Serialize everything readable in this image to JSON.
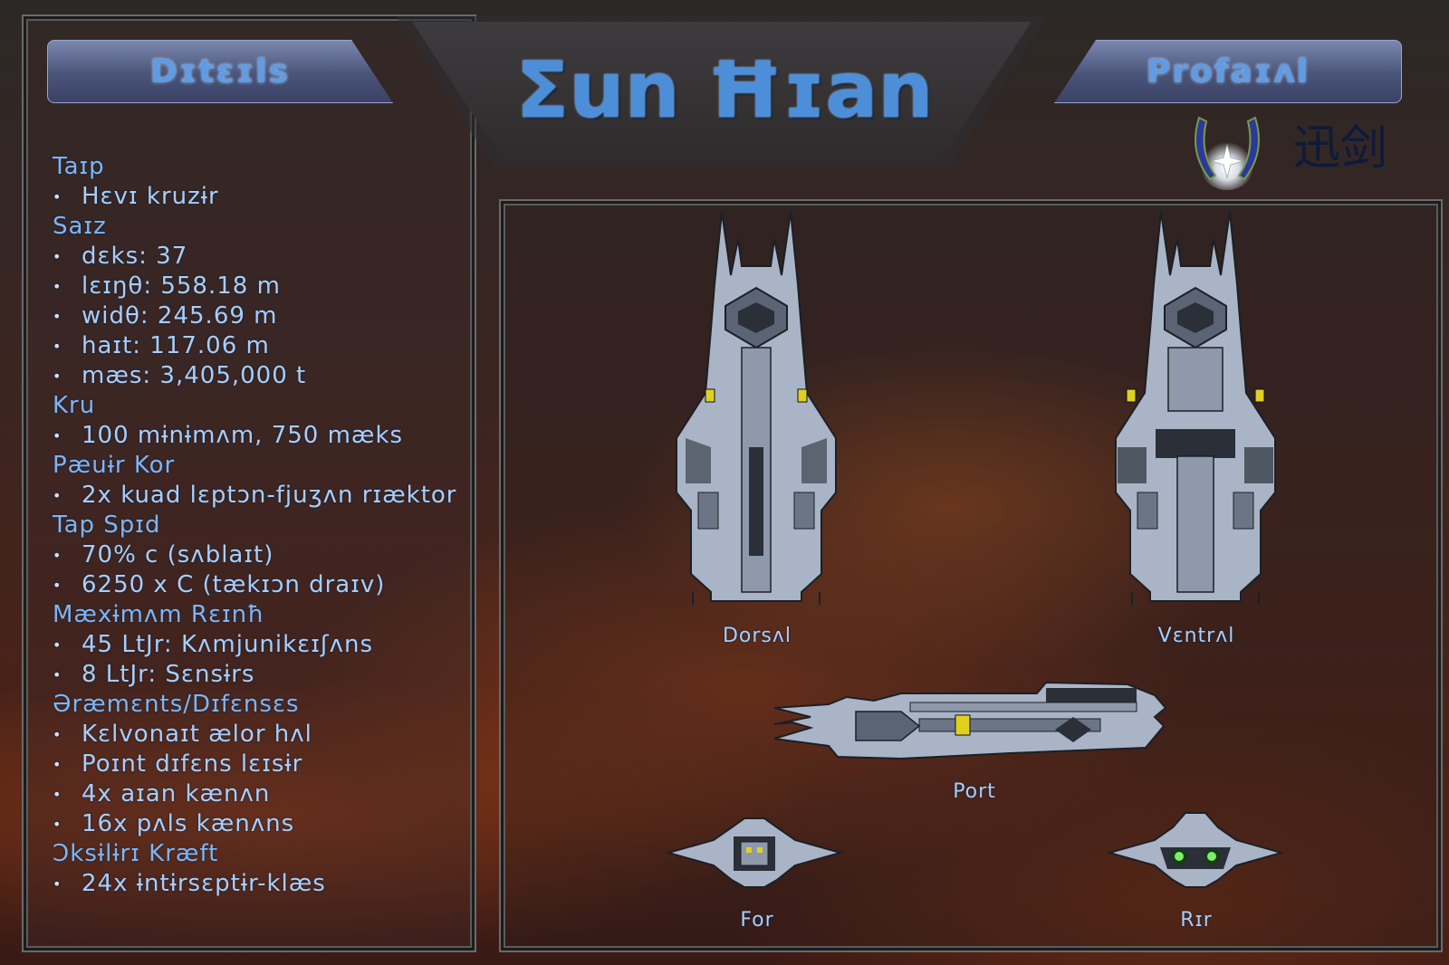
{
  "title": "Ʃun Ħɪan",
  "tabs": {
    "details": "Dɪtɛɪls",
    "profile": "Profaɪʌl"
  },
  "details": [
    {
      "heading": "Taɪp",
      "items": [
        "Hɛvɪ kruzɨr"
      ]
    },
    {
      "heading": "Saɪz",
      "items": [
        "dɛks: 37",
        "lɛɪŋθ: 558.18 m",
        "widθ: 245.69 m",
        "haɪt: 117.06 m",
        "mæs: 3,405,000 t"
      ]
    },
    {
      "heading": "Kru",
      "items": [
        "100 mɨnɨmʌm, 750 mæks"
      ]
    },
    {
      "heading": "Pæuɨr Kor",
      "items": [
        "2x kuad lɛptɔn-fjuʒʌn rɪæktor"
      ]
    },
    {
      "heading": "Tap Spɪd",
      "items": [
        "70% c (sʌblaɪt)",
        "6250 x C (tækɪɔn draɪv)"
      ]
    },
    {
      "heading": "Mæxɨmʌm Rɛɪnħ",
      "items": [
        "45 LtJr: Kʌmjunikɛɪʃʌns",
        "8 LtJr: Sɛnsɨrs"
      ]
    },
    {
      "heading": "Əræmɛnts/Dɪfɛnsɛs",
      "items": [
        "Kɛlvonaɪt ælor hʌl",
        "Poɪnt dɪfɛns lɛɪsɨr",
        "4x aɪan kænʌn",
        "16x pʌls kænʌns"
      ]
    },
    {
      "heading": "Ɔksɨlɨrɪ Kræft",
      "items": [
        "24x ɨntɨrsɛptɨr-klæs"
      ]
    }
  ],
  "emblem_text": "迅剑",
  "views": {
    "dorsal": "Dorsʌl",
    "ventral": "Vɛntrʌl",
    "port": "Port",
    "fore": "For",
    "rear": "Rɪr"
  },
  "colors": {
    "accent_text": "#4d8ed8",
    "hull": "#a9b5c6",
    "tab": "#4a5479"
  },
  "icons": [
    "emblem-icon"
  ]
}
